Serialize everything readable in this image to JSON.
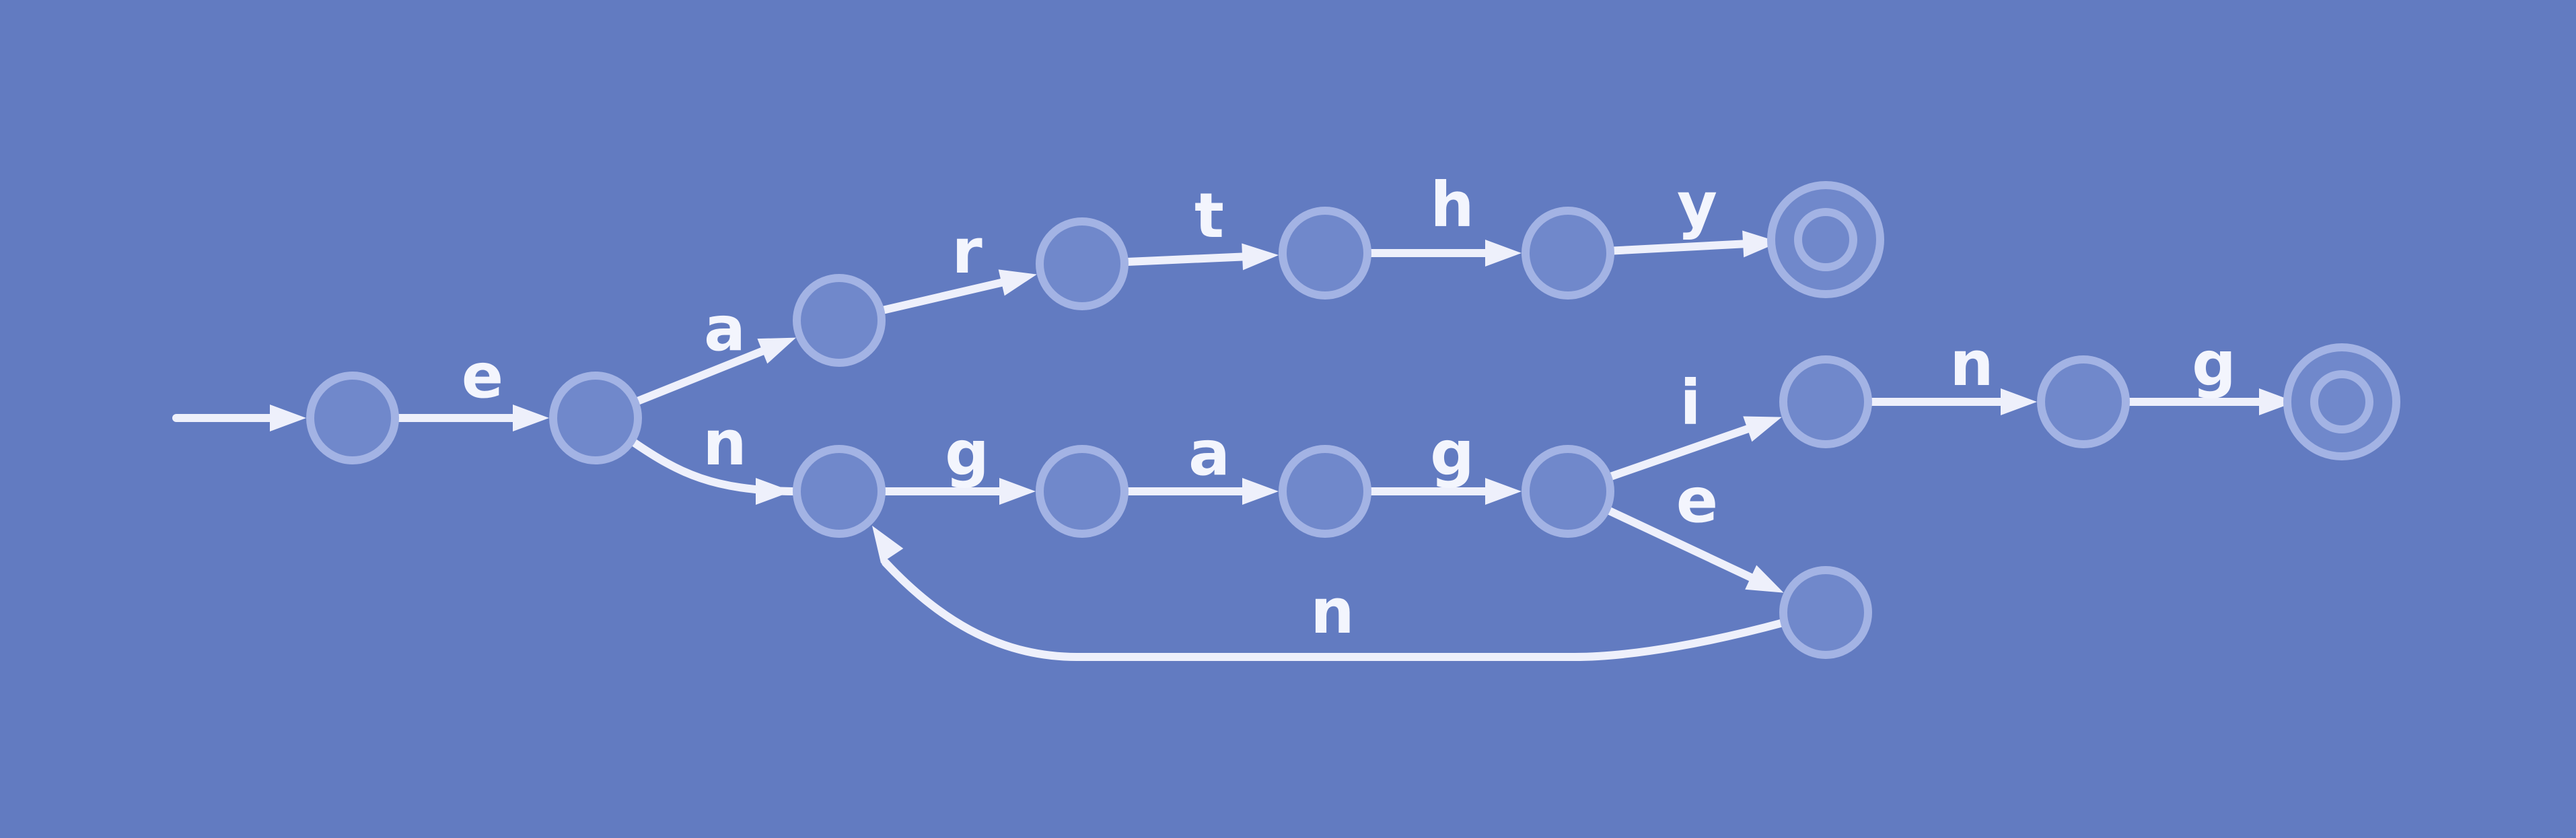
{
  "diagram": {
    "colors": {
      "background": "#627bc1",
      "state_fill": "#7088cb",
      "state_stroke": "#a3b3e4",
      "edge": "#eef0fb",
      "label": "#f3f5fd"
    },
    "states": [
      {
        "id": "s0",
        "accepting": false
      },
      {
        "id": "s1",
        "accepting": false
      },
      {
        "id": "s2",
        "accepting": false
      },
      {
        "id": "s3",
        "accepting": false
      },
      {
        "id": "s4",
        "accepting": false
      },
      {
        "id": "s5",
        "accepting": false
      },
      {
        "id": "s6",
        "accepting": true
      },
      {
        "id": "s7",
        "accepting": false
      },
      {
        "id": "s8",
        "accepting": false
      },
      {
        "id": "s9",
        "accepting": false
      },
      {
        "id": "s10",
        "accepting": false
      },
      {
        "id": "s11",
        "accepting": false
      },
      {
        "id": "s12",
        "accepting": false
      },
      {
        "id": "s13",
        "accepting": true
      },
      {
        "id": "s14",
        "accepting": false
      }
    ],
    "start_state": "s0",
    "edges": [
      {
        "from": "s0",
        "to": "s1",
        "label": "e"
      },
      {
        "from": "s1",
        "to": "s2",
        "label": "a"
      },
      {
        "from": "s2",
        "to": "s3",
        "label": "r"
      },
      {
        "from": "s3",
        "to": "s4",
        "label": "t"
      },
      {
        "from": "s4",
        "to": "s5",
        "label": "h"
      },
      {
        "from": "s5",
        "to": "s6",
        "label": "y"
      },
      {
        "from": "s1",
        "to": "s7",
        "label": "n"
      },
      {
        "from": "s7",
        "to": "s8",
        "label": "g"
      },
      {
        "from": "s8",
        "to": "s9",
        "label": "a"
      },
      {
        "from": "s9",
        "to": "s10",
        "label": "g"
      },
      {
        "from": "s10",
        "to": "s11",
        "label": "i"
      },
      {
        "from": "s11",
        "to": "s12",
        "label": "n"
      },
      {
        "from": "s12",
        "to": "s13",
        "label": "g"
      },
      {
        "from": "s10",
        "to": "s14",
        "label": "e"
      },
      {
        "from": "s14",
        "to": "s7",
        "label": "n"
      }
    ]
  }
}
